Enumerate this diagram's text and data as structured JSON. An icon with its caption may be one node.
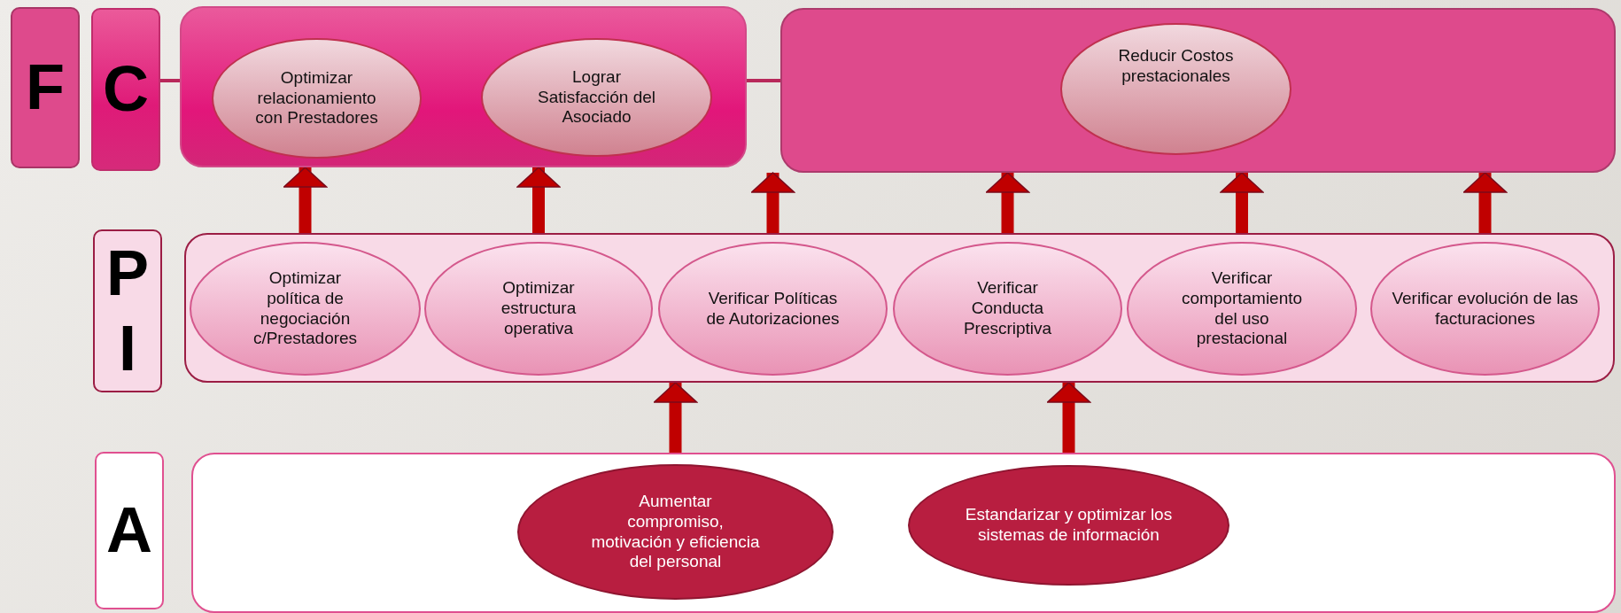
{
  "diagram": {
    "nodes": [
      {
        "text": [
          "F"
        ]
      },
      {
        "text": [
          "C"
        ]
      },
      {
        "text": [],
        "shape": "box"
      },
      {
        "text": [
          "Optimizar relacionamiento con Prestadores"
        ],
        "in": 2
      },
      {
        "text": [
          "Lograr Satisfacción del Asociado"
        ],
        "in": 2
      },
      {
        "text": [],
        "shape": "box"
      },
      {
        "text": [
          "Reducir Costos prestacionales"
        ],
        "in": 5
      },
      {
        "text": [
          "P",
          "I"
        ]
      },
      {
        "text": [],
        "shape": "box"
      },
      {
        "text": [
          "Optimizar política de negociación c/Prestadores"
        ],
        "in": 8
      },
      {
        "text": [
          "Optimizar estructura operativa"
        ],
        "in": 8
      },
      {
        "text": [
          "Verificar Políticas de Autorizaciones"
        ],
        "in": 8
      },
      {
        "text": [
          "Verificar Conducta Prescriptiva"
        ],
        "in": 8
      },
      {
        "text": [
          "Verificar comportamiento del uso prestacional"
        ],
        "in": 8
      },
      {
        "text": [
          "Verificar evolución de las facturaciones"
        ],
        "in": 8
      },
      {
        "text": [
          "A"
        ]
      },
      {
        "text": [],
        "shape": "box"
      },
      {
        "text": [
          "Aumentar compromiso, motivación y eficiencia del personal"
        ],
        "in": 16
      },
      {
        "text": [
          "Estandarizar y optimizar los sistemas de información"
        ],
        "in": 16
      }
    ],
    "edges": [
      {
        "from": 1,
        "to": 2,
        "arrow": "none"
      },
      {
        "from": 2,
        "to": 5,
        "arrow": "none"
      },
      {
        "from": 9,
        "to": 2,
        "arrow": "to"
      },
      {
        "from": 10,
        "to": 2,
        "arrow": "to"
      },
      {
        "from": 11,
        "to": 5,
        "arrow": "to"
      },
      {
        "from": 12,
        "to": 5,
        "arrow": "to"
      },
      {
        "from": 13,
        "to": 5,
        "arrow": "to"
      },
      {
        "from": 14,
        "to": 5,
        "arrow": "to"
      },
      {
        "from": 17,
        "to": 8,
        "arrow": "to"
      },
      {
        "from": 18,
        "to": 8,
        "arrow": "to"
      }
    ]
  }
}
